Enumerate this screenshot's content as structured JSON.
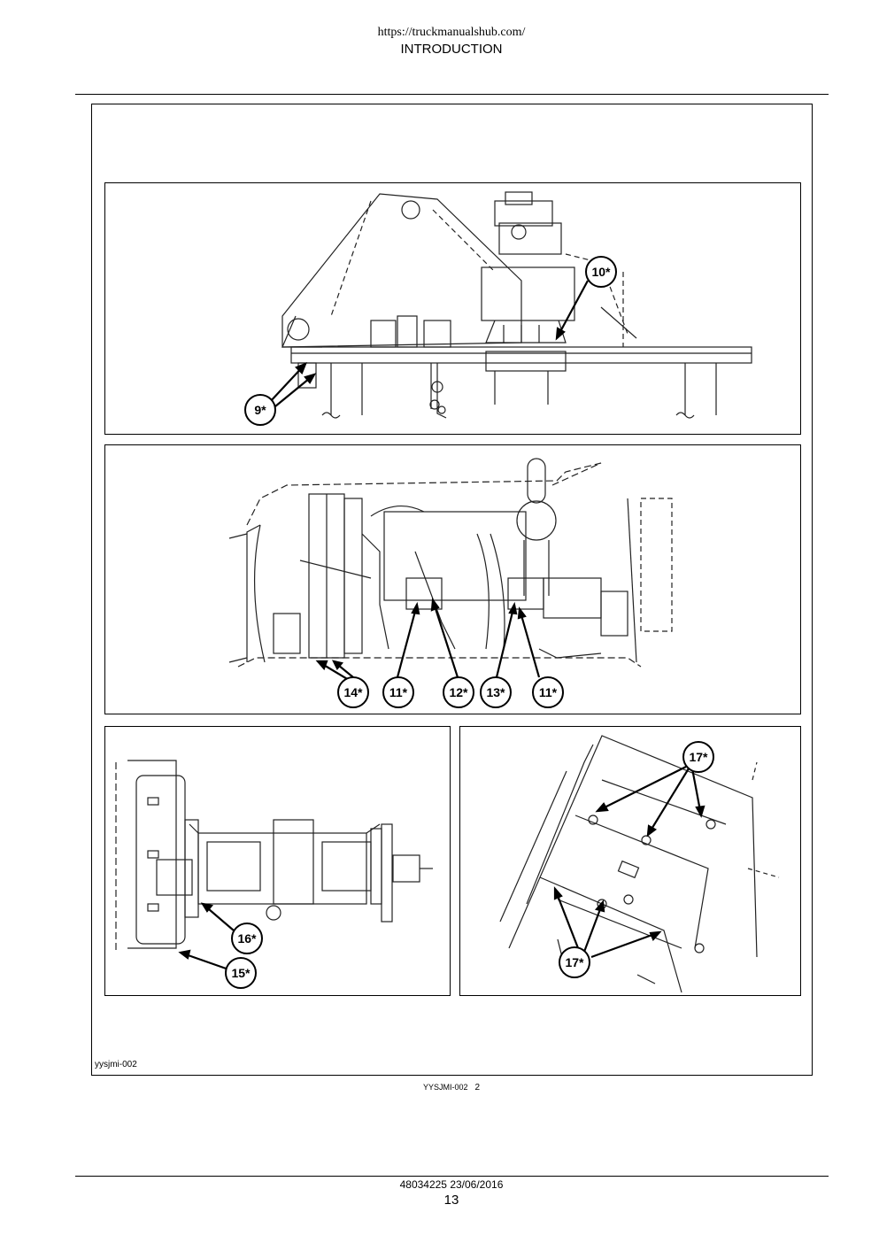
{
  "header": {
    "url": "https://truckmanualshub.com/",
    "section": "INTRODUCTION"
  },
  "figure": {
    "code": "yysjmi-002",
    "reference_code": "YYSJMI-002",
    "reference_number": "2",
    "panels": [
      {
        "callouts": [
          "9*",
          "10*"
        ]
      },
      {
        "callouts": [
          "14*",
          "11*",
          "12*",
          "13*",
          "11*"
        ]
      },
      {
        "callouts": [
          "16*",
          "15*"
        ]
      },
      {
        "callouts": [
          "17*",
          "17*"
        ]
      }
    ]
  },
  "footer": {
    "doc_id": "48034225 23/06/2016",
    "page": "13"
  }
}
